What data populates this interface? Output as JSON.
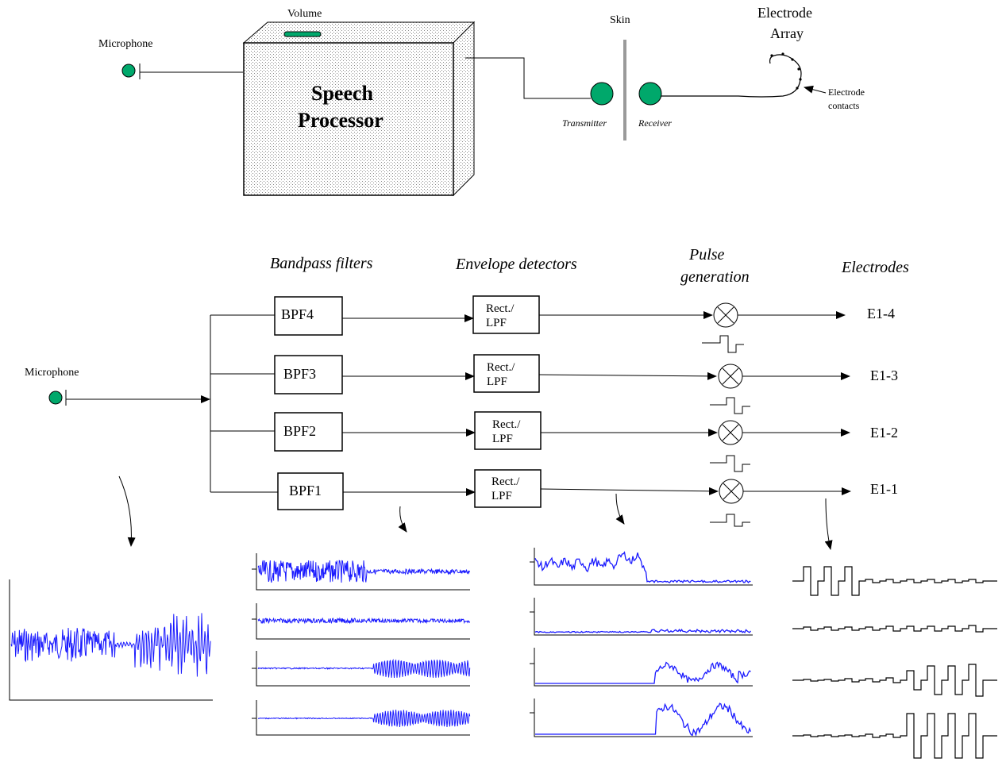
{
  "top_diagram": {
    "microphone_label": "Microphone",
    "volume_label": "Volume",
    "processor_title_line1": "Speech",
    "processor_title_line2": "Processor",
    "skin_label": "Skin",
    "transmitter_label": "Transmitter",
    "receiver_label": "Receiver",
    "electrode_array_line1": "Electrode",
    "electrode_array_line2": "Array",
    "electrode_contacts_line1": "Electrode",
    "electrode_contacts_line2": "contacts",
    "colors": {
      "node": "#00a86b",
      "hatch": "#bdbdbd"
    }
  },
  "block_diagram": {
    "microphone_label": "Microphone",
    "headers": {
      "bandpass": "Bandpass filters",
      "envelope": "Envelope detectors",
      "pulse_line1": "Pulse",
      "pulse_line2": "generation",
      "electrodes": "Electrodes"
    },
    "channels": [
      {
        "bpf": "BPF4",
        "detector": "Rect./\nLPF",
        "electrode": "E1-4"
      },
      {
        "bpf": "BPF3",
        "detector": "Rect./\nLPF",
        "electrode": "E1-3"
      },
      {
        "bpf": "BPF2",
        "detector": "Rect./\nLPF",
        "electrode": "E1-2"
      },
      {
        "bpf": "BPF1",
        "detector": "Rect./\nLPF",
        "electrode": "E1-1"
      }
    ]
  },
  "waveform_color": "#1a1aff"
}
